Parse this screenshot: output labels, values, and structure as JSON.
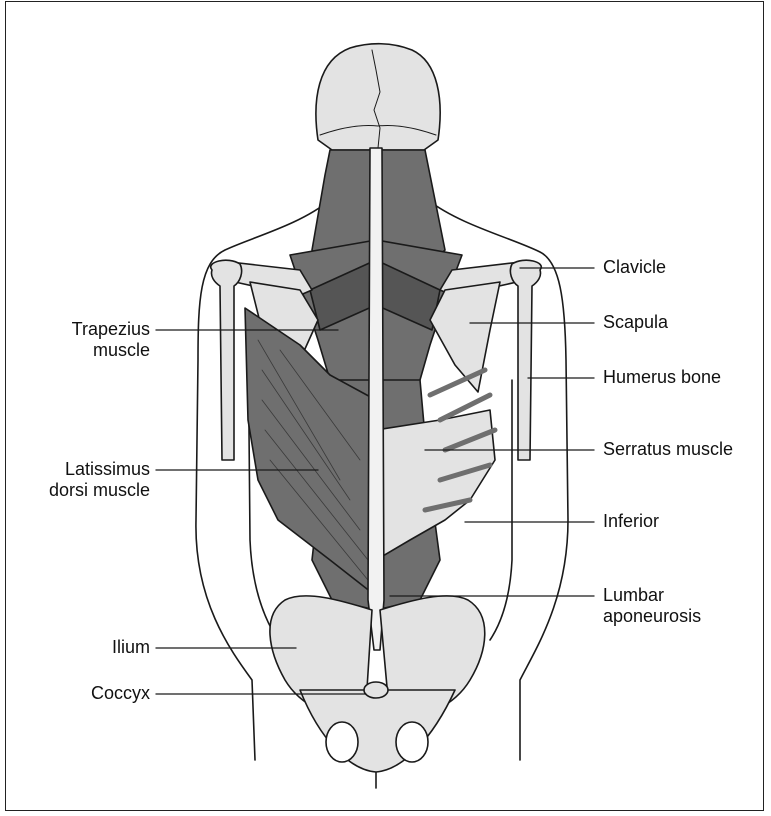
{
  "labels": {
    "clavicle": "Clavicle",
    "scapula": "Scapula",
    "humerus": "Humerus bone",
    "serratus": "Serratus muscle",
    "inferior": "Inferior",
    "lumbar": "Lumbar\naponeurosis",
    "trapezius": "Trapezius\nmuscle",
    "latissimus": "Latissimus\ndorsi muscle",
    "ilium": "Ilium",
    "coccyx": "Coccyx"
  },
  "colors": {
    "outline": "#1a1a1a",
    "muscle": "#6f6f6f",
    "muscle_dark": "#555555",
    "bone": "#e3e3e3",
    "background": "#ffffff"
  }
}
